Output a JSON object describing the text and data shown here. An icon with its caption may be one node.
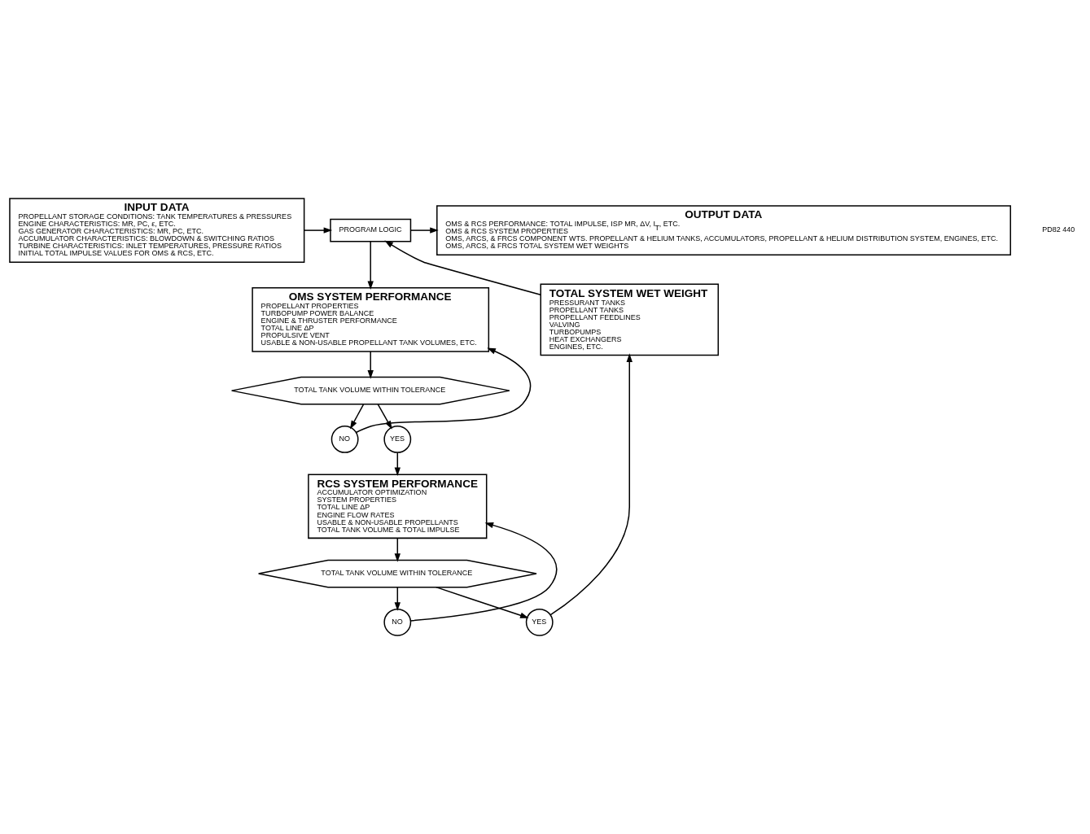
{
  "diagram": {
    "nodes": [
      {
        "text": [
          "INPUT DATA",
          "PROPELLANT STORAGE CONDITIONS: TANK TEMPERATURES & PRESSURES",
          "ENGINE CHARACTERISTICS: MR, PC, ε, ETC.",
          "GAS GENERATOR CHARACTERISTICS: MR, PC, ETC.",
          "ACCUMULATOR CHARACTERISTICS: BLOWDOWN & SWITCHING RATIOS",
          "TURBINE CHARACTERISTICS: INLET TEMPERATURES, PRESSURE RATIOS",
          "INITIAL TOTAL IMPULSE VALUES FOR OMS & RCS, ETC."
        ]
      },
      {
        "text": [
          "PROGRAM LOGIC"
        ]
      },
      {
        "text": [
          "OUTPUT DATA",
          "OMS & RCS PERFORMANCE: TOTAL IMPULSE, ISP MR, ΔV, I$_{T}$, ETC.",
          "OMS & RCS SYSTEM PROPERTIES",
          "OMS, ARCS, & FRCS COMPONENT WTS. PROPELLANT & HELIUM TANKS, ACCUMULATORS, PROPELLANT & HELIUM DISTRIBUTION SYSTEM, ENGINES, ETC.",
          "OMS, ARCS, & FRCS TOTAL SYSTEM WET WEIGHTS"
        ]
      },
      {
        "text": [
          "OMS SYSTEM PERFORMANCE",
          "PROPELLANT PROPERTIES",
          "TURBOPUMP POWER BALANCE",
          "ENGINE & THRUSTER PERFORMANCE",
          "TOTAL LINE ΔP",
          "PROPULSIVE VENT",
          "USABLE & NON-USABLE PROPELLANT TANK VOLUMES, ETC."
        ]
      },
      {
        "text": [
          "TOTAL SYSTEM WET WEIGHT",
          "PRESSURANT TANKS",
          "PROPELLANT TANKS",
          "PROPELLANT FEEDLINES",
          "VALVING",
          "TURBOPUMPS",
          "HEAT EXCHANGERS",
          "ENGINES, ETC."
        ]
      },
      {
        "text": [
          "TOTAL TANK VOLUME WITHIN TOLERANCE"
        ]
      },
      {
        "text": [
          "NO"
        ]
      },
      {
        "text": [
          "YES"
        ]
      },
      {
        "text": [
          "RCS SYSTEM PERFORMANCE",
          "ACCUMULATOR OPTIMIZATION",
          "SYSTEM PROPERTIES",
          "TOTAL LINE ΔP",
          "ENGINE FLOW RATES",
          "USABLE & NON-USABLE PROPELLANTS",
          "TOTAL TANK VOLUME & TOTAL IMPULSE"
        ]
      },
      {
        "text": [
          "NO"
        ]
      },
      {
        "text": [
          "TOTAL TANK VOLUME WITHIN TOLERANCE"
        ]
      },
      {
        "text": [
          "YES"
        ]
      }
    ],
    "edges": [
      {
        "from": 0,
        "to": 1,
        "arrow": "to"
      },
      {
        "from": 1,
        "to": 2,
        "arrow": "to"
      },
      {
        "from": 1,
        "to": 3,
        "arrow": "to"
      },
      {
        "from": 3,
        "to": 5,
        "arrow": "to"
      },
      {
        "from": 5,
        "to": 6,
        "arrow": "to"
      },
      {
        "from": 6,
        "to": 3,
        "arrow": "to"
      },
      {
        "from": 5,
        "to": 7,
        "arrow": "to"
      },
      {
        "from": 7,
        "to": 8,
        "arrow": "to"
      },
      {
        "from": 8,
        "to": 10,
        "arrow": "to"
      },
      {
        "from": 10,
        "to": 9,
        "arrow": "to"
      },
      {
        "from": 9,
        "to": 8,
        "arrow": "to"
      },
      {
        "from": 10,
        "to": 11,
        "arrow": "to"
      },
      {
        "from": 11,
        "to": 4,
        "arrow": "to"
      },
      {
        "from": 4,
        "to": 1,
        "arrow": "to"
      }
    ],
    "labels": [
      "PD82 440"
    ]
  }
}
